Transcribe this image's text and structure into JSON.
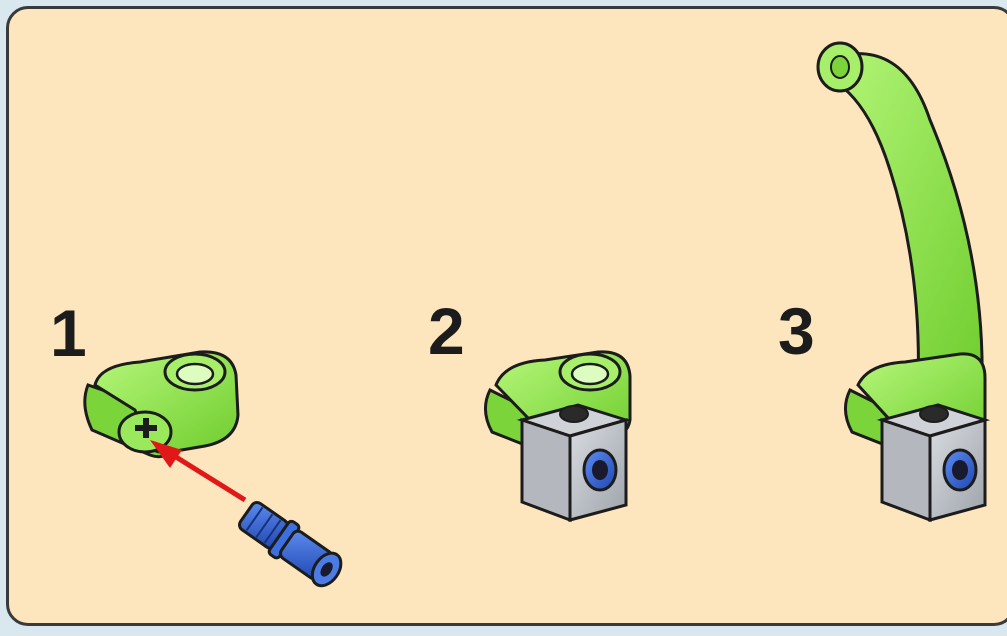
{
  "steps": [
    {
      "number": "1"
    },
    {
      "number": "2"
    },
    {
      "number": "3"
    }
  ],
  "colors": {
    "background": "#fde6bd",
    "frame": "#3a3a3a",
    "lime_part": "#8ee84a",
    "blue_pin": "#2f62d6",
    "gray_brick": "#b8bcc2",
    "arrow": "#e01818"
  },
  "icons": {
    "step1": [
      "lime-axle-connector-icon",
      "blue-pin-icon",
      "red-arrow-icon"
    ],
    "step2": [
      "lime-axle-connector-icon",
      "gray-technic-brick-icon"
    ],
    "step3": [
      "lime-axle-connector-icon",
      "gray-technic-brick-icon",
      "curved-lime-tube-icon"
    ]
  }
}
